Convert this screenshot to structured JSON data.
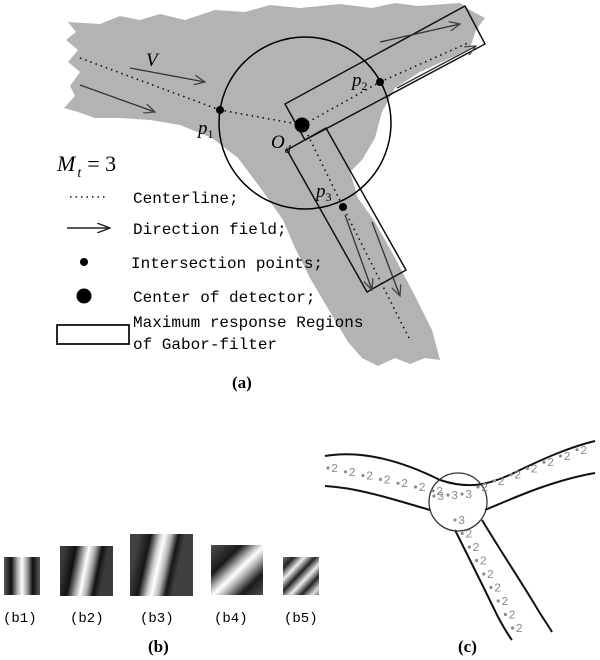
{
  "panel_a": {
    "caption": "(a)",
    "labels": {
      "velocity": "V",
      "p1": "p",
      "p1_sub": "1",
      "p2": "p",
      "p2_sub": "2",
      "p3": "p",
      "p3_sub": "3",
      "od": "O",
      "od_sub": "d",
      "mt_main": "M",
      "mt_sub": "t",
      "mt_value": "= 3"
    },
    "legend": [
      {
        "key": "centerline",
        "text": "Centerline;"
      },
      {
        "key": "direction",
        "text": "Direction field;"
      },
      {
        "key": "intersection",
        "text": "Intersection points;"
      },
      {
        "key": "center",
        "text": "Center of detector;"
      },
      {
        "key": "region",
        "text": "Maximum response Regions"
      },
      {
        "key": "region2",
        "text": "of Gabor-filter"
      }
    ]
  },
  "panel_b": {
    "caption": "(b)",
    "filters": [
      "(b1)",
      "(b2)",
      "(b3)",
      "(b4)",
      "(b5)"
    ]
  },
  "panel_c": {
    "caption": "(c)",
    "branch_left": [
      "2",
      "2",
      "2",
      "2",
      "2",
      "2",
      "2"
    ],
    "branch_right": [
      "2",
      "2",
      "2",
      "2",
      "2",
      "2",
      "2"
    ],
    "branch_center": [
      "3",
      "3",
      "3"
    ],
    "branch_down": [
      "3",
      "2",
      "2",
      "2",
      "2",
      "2",
      "2",
      "2",
      "2"
    ]
  },
  "colors": {
    "vessel_fill": "#b3b3b3",
    "background": "#ffffff",
    "ink": "#000000",
    "label_gray": "#8c8c8c"
  }
}
